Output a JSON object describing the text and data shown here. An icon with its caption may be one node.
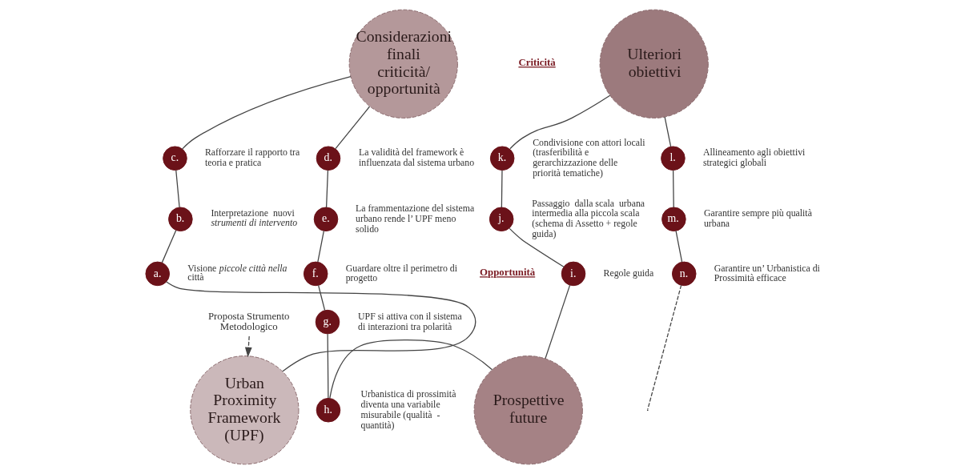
{
  "diagram": {
    "nodes": [
      {
        "text": [
          "Proposta Strumento Metodologico"
        ]
      },
      {
        "text": [
          "Urban Proximity Framework (UPF)"
        ]
      },
      {
        "text": [
          "a."
        ],
        "beside": [
          "Visione *piccole città nella città*"
        ]
      },
      {
        "text": [
          "b."
        ],
        "beside": [
          "Interpretazione  nuovi *strumenti di intervento*"
        ]
      },
      {
        "text": [
          "c."
        ],
        "beside": [
          "Rafforzare il rapporto tra teoria e pratica"
        ]
      },
      {
        "text": [
          "Considerazioni finali",
          "criticità/ opportunità"
        ]
      },
      {
        "text": [
          "d."
        ],
        "beside": [
          "La validità del framework è influenzata dal sistema urbano"
        ]
      },
      {
        "text": [
          "e."
        ],
        "beside": [
          "La frammentazione del sistema urbano rende l’ UPF meno solido"
        ]
      },
      {
        "text": [
          "f."
        ],
        "beside": [
          "Guardare oltre il perimetro di progetto"
        ]
      },
      {
        "text": [
          "g."
        ],
        "beside": [
          "UPF si attiva con il sistema di interazioni tra polarità"
        ]
      },
      {
        "text": [
          "h."
        ],
        "beside": [
          "Urbanistica di prossimità diventa una variabile misurabile (qualità  - quantità)"
        ]
      },
      {
        "text": [
          "Prospettive future"
        ]
      },
      {
        "text": [
          "i."
        ],
        "beside": [
          "Regole guida"
        ]
      },
      {
        "text": [
          "j."
        ],
        "beside": [
          "Passaggio  dalla scala  urbana intermedia alla piccola scala (schema di Assetto + regole guida)"
        ]
      },
      {
        "text": [
          "k."
        ],
        "beside": [
          "Condivisione con attori locali (trasferibilità e gerarchizzazione delle priorità tematiche)"
        ]
      },
      {
        "text": [
          "Ulteriori obiettivi"
        ]
      },
      {
        "text": [
          "l."
        ],
        "beside": [
          "Allineamento agli obiettivi strategici globali"
        ]
      },
      {
        "text": [
          "m."
        ],
        "beside": [
          "Garantire sempre più qualità urbana"
        ]
      },
      {
        "text": [
          "n."
        ],
        "beside": [
          "Garantire un’ Urbanistica di Prossimità efficace"
        ]
      }
    ],
    "edges": [
      {
        "from": 0,
        "to": 1,
        "arrow": "to",
        "style": "dashed"
      },
      {
        "from": 1,
        "to": 2,
        "arrow": "none"
      },
      {
        "from": 2,
        "to": 3,
        "arrow": "none"
      },
      {
        "from": 3,
        "to": 4,
        "arrow": "none"
      },
      {
        "from": 4,
        "to": 5,
        "arrow": "none"
      },
      {
        "from": 5,
        "to": 6,
        "arrow": "none"
      },
      {
        "from": 6,
        "to": 7,
        "arrow": "none"
      },
      {
        "from": 7,
        "to": 8,
        "arrow": "none"
      },
      {
        "from": 8,
        "to": 9,
        "arrow": "none"
      },
      {
        "from": 9,
        "to": 10,
        "arrow": "none"
      },
      {
        "from": 10,
        "to": 11,
        "arrow": "none"
      },
      {
        "from": 11,
        "to": 12,
        "arrow": "none"
      },
      {
        "from": 12,
        "to": 13,
        "arrow": "none"
      },
      {
        "from": 13,
        "to": 14,
        "arrow": "none"
      },
      {
        "from": 14,
        "to": 15,
        "arrow": "none"
      },
      {
        "from": 15,
        "to": 16,
        "arrow": "none"
      },
      {
        "from": 16,
        "to": 17,
        "arrow": "none"
      },
      {
        "from": 17,
        "to": 18,
        "arrow": "none"
      },
      {
        "from": 18,
        "to": null,
        "arrow": "none",
        "style": "dashed"
      }
    ],
    "labels": [
      "Criticità",
      "Opportunità"
    ]
  }
}
